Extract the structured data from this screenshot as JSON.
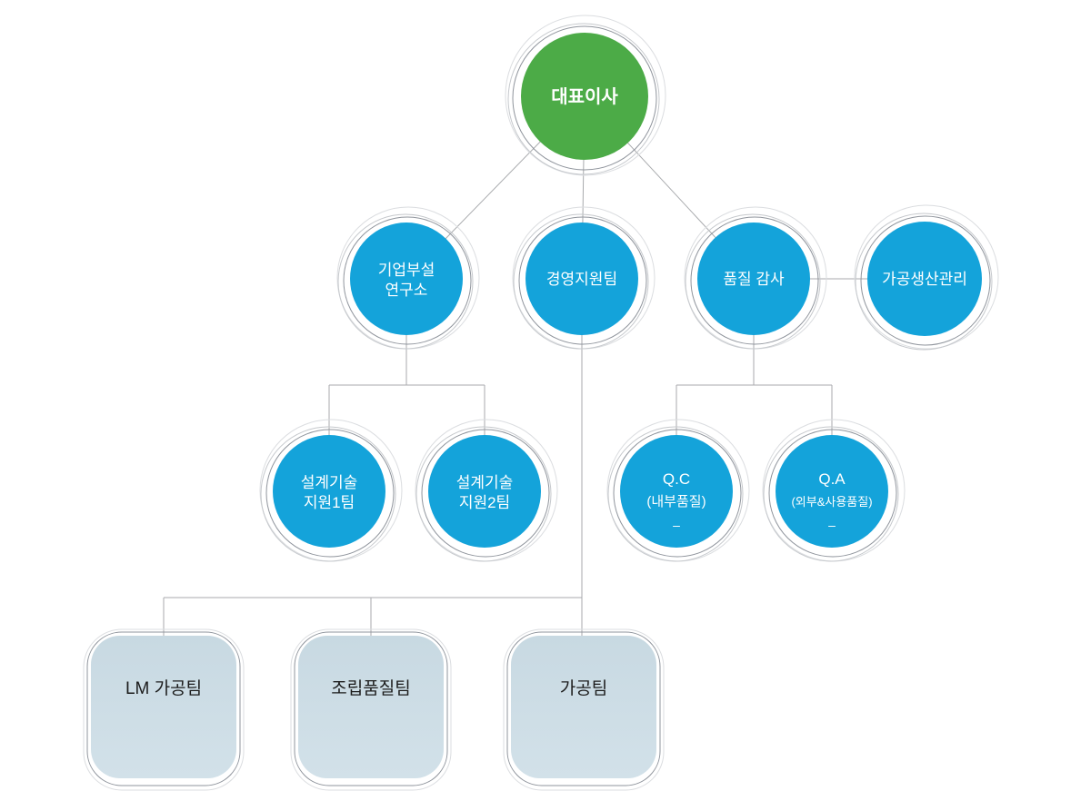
{
  "palette": {
    "ceo_fill": "#4cab47",
    "dept_fill": "#14a3da",
    "box_fill_top": "#c8d9e2",
    "box_fill_bottom": "#d2e1e9",
    "connector": "#a8aaad",
    "ring_dark": "#8f949c",
    "ring_mid": "#c5c8cc",
    "ring_light": "#dbdde0",
    "node_text": "#ffffff",
    "box_text": "#1c1c1c"
  },
  "nodes": {
    "ceo": {
      "label": "대표이사"
    },
    "research": {
      "lines": [
        "기업부설",
        "연구소"
      ]
    },
    "management": {
      "label": "경영지원팀"
    },
    "audit": {
      "label": "품질 감사"
    },
    "production": {
      "label": "가공생산관리"
    },
    "design1": {
      "lines": [
        "설계기술",
        "지원1팀"
      ]
    },
    "design2": {
      "lines": [
        "설계기술",
        "지원2팀"
      ]
    },
    "qc": {
      "name": "Q.C",
      "detail": "(내부품질)",
      "dash": "–"
    },
    "qa": {
      "name": "Q.A",
      "detail": "(외부&사용품질)",
      "dash": "–"
    },
    "lm": {
      "label": "LM 가공팀"
    },
    "assembly": {
      "label": "조립품질팀"
    },
    "machining": {
      "label": "가공팀"
    }
  }
}
